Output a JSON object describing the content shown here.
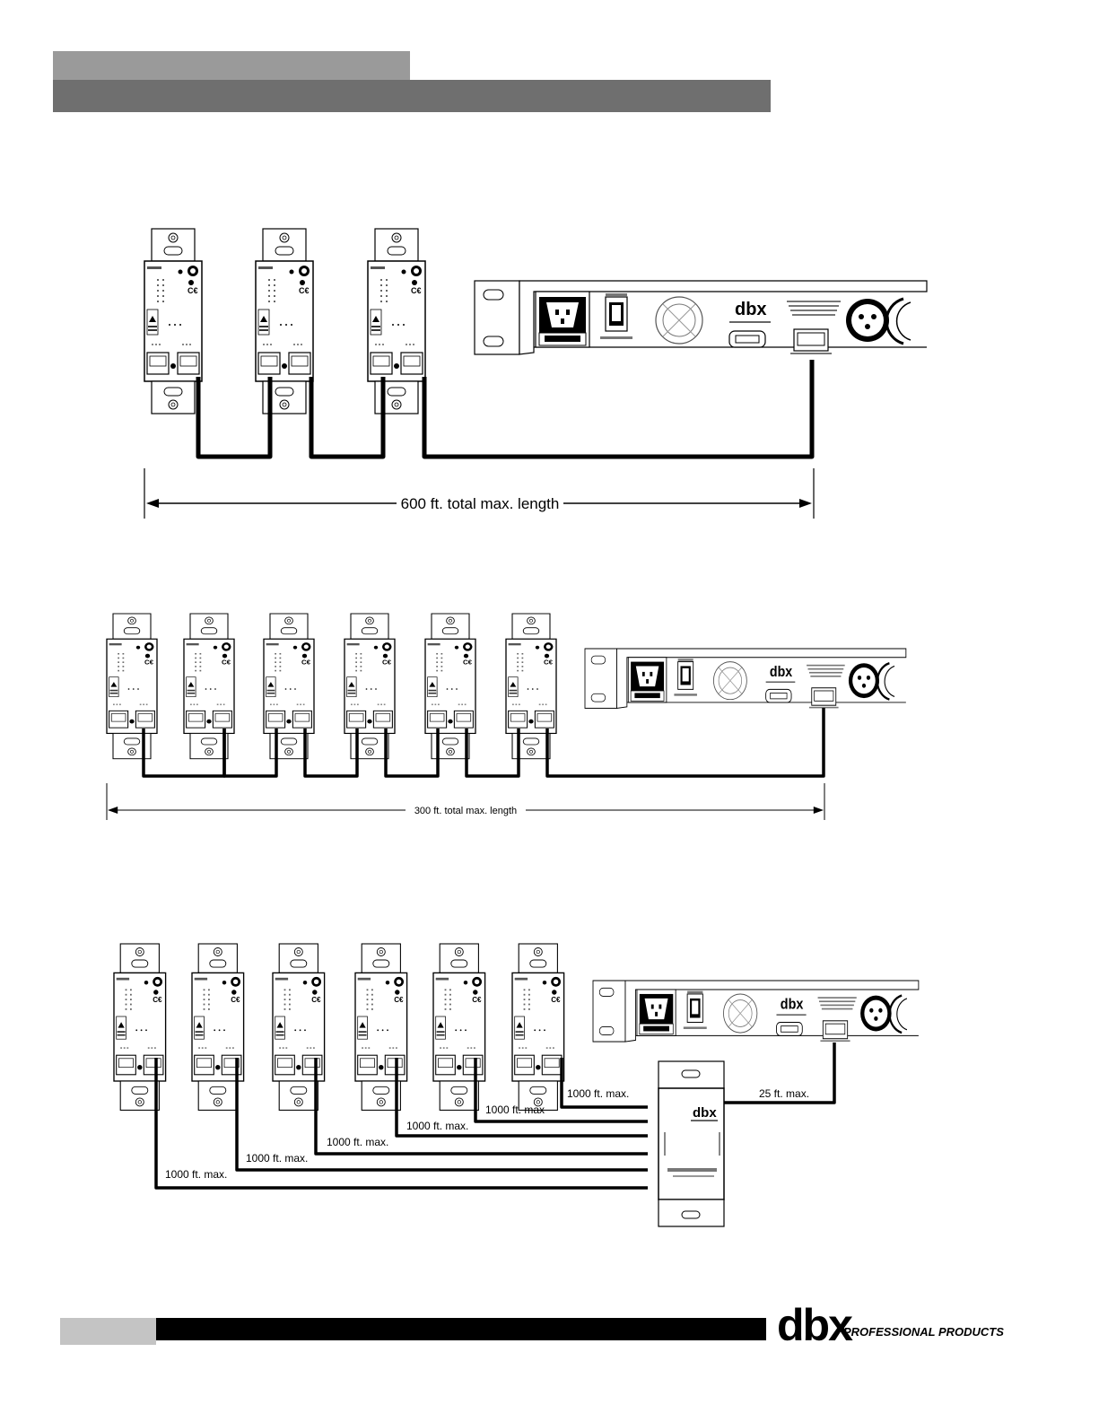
{
  "figure1": {
    "dimension_label": "600 ft. total max. length"
  },
  "figure2": {
    "dimension_label": "300 ft. total max. length"
  },
  "figure3": {
    "labels": [
      "1000 ft. max.",
      "1000 ft. max",
      "1000 ft. max.",
      "1000 ft. max.",
      "1000 ft. max.",
      "1000 ft. max.",
      "25 ft. max."
    ]
  },
  "rack_unit": {
    "logo": "dbx"
  },
  "footer": {
    "brand_logo": "dbx",
    "brand_text": "PROFESSIONAL PRODUCTS"
  }
}
